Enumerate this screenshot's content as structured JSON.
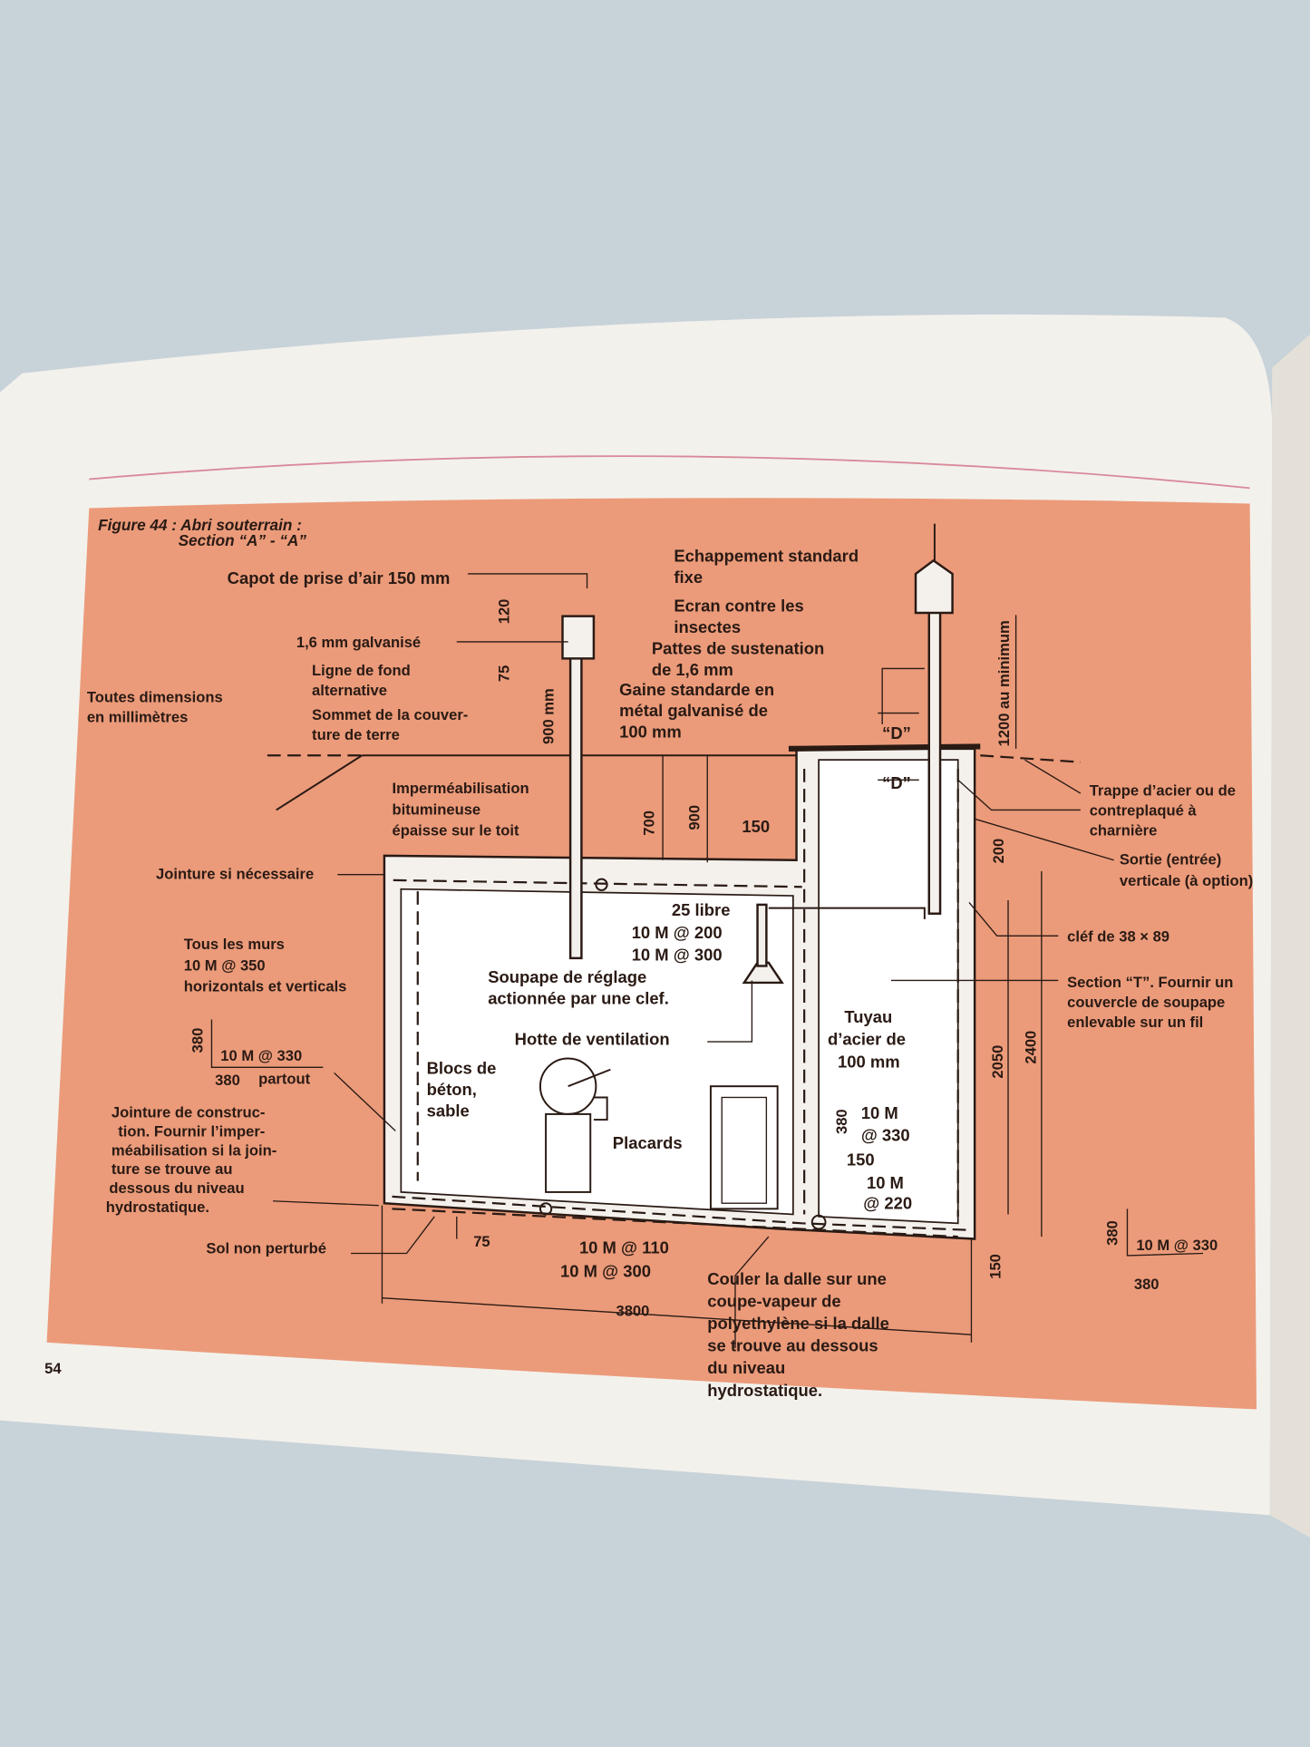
{
  "page_number": "54",
  "figure": {
    "title_line1": "Figure 44 : Abri souterrain :",
    "title_line2": "Section “A” - “A”"
  },
  "labels": {
    "all_dims_1": "Toutes dimensions",
    "all_dims_2": "en millimètres",
    "air_cap": "Capot de prise d’air 150 mm",
    "galvanised": "1,6 mm galvanisé",
    "alt_line_1": "Ligne de fond",
    "alt_line_2": "alternative",
    "earth_top_1": "Sommet de la couver-",
    "earth_top_2": "ture de terre",
    "exhaust_1": "Echappement standard",
    "exhaust_2": "fixe",
    "screen_1": "Ecran contre les",
    "screen_2": "insectes",
    "brackets_1": "Pattes de sustenation",
    "brackets_2": "de 1,6 mm",
    "duct_1": "Gaine standarde en",
    "duct_2": "métal galvanisé de",
    "duct_3": "100 mm",
    "min_height": "1200 au minimum",
    "waterproof_1": "Imperméabilisation",
    "waterproof_2": "bitumineuse",
    "waterproof_3": "épaisse sur le toit",
    "joint_if_needed": "Jointure si nécessaire",
    "hatch_1": "Trappe d’acier ou de",
    "hatch_2": "contreplaqué à",
    "hatch_3": "charnière",
    "exit_1": "Sortie (entrée)",
    "exit_2": "verticale (à option)",
    "key": "cléf de 38 × 89",
    "tsection_1": "Section “T”. Fournir un",
    "tsection_2": "couvercle de soupape",
    "tsection_3": "enlevable sur un fil",
    "walls_1": "Tous les murs",
    "walls_2": "10 M @ 350",
    "walls_3": "horizontals et verticals",
    "rebar_everywhere": "10 M @ 330",
    "rebar_everywhere_dim": "380",
    "rebar_everywhere_dim2": "380",
    "everywhere": "partout",
    "construction_joint_1": "Jointure de construc-",
    "construction_joint_2": "tion. Fournir l’imper-",
    "construction_joint_3": "méabilisation si la join-",
    "construction_joint_4": "ture se trouve au",
    "construction_joint_5": "dessous du niveau",
    "construction_joint_6": "hydrostatique.",
    "undisturbed": "Sol non perturbé",
    "valve_1": "Soupape de réglage",
    "valve_2": "actionnée par une clef.",
    "hood": "Hotte de ventilation",
    "blocks_1": "Blocs de",
    "blocks_2": "béton,",
    "blocks_3": "sable",
    "cupboards": "Placards",
    "pipe_1": "Tuyau",
    "pipe_2": "d’acier de",
    "pipe_3": "100 mm",
    "clear_25": "25 libre",
    "rebar_200": "10 M @ 200",
    "rebar_300_top": "10 M @ 300",
    "rebar_110": "10 M @ 110",
    "rebar_300_bottom": "10 M @ 300",
    "rebar_330_a": "10 M",
    "rebar_330_b": "@ 330",
    "rebar_330_dim": "380",
    "rebar_330_dim2": "150",
    "rebar_220_a": "10 M",
    "rebar_220_b": "@ 220",
    "right_rebar": "10 M @ 330",
    "right_rebar_dim": "380",
    "right_rebar_dim2": "380",
    "slab_1": "Couler la dalle sur une",
    "slab_2": "coupe-vapeur de",
    "slab_3": "polyethylène si la dalle",
    "slab_4": "se trouve au dessous",
    "slab_5": "du niveau",
    "slab_6": "hydrostatique.",
    "section_d": "“D”",
    "section_d2": "“D”"
  },
  "dimensions": {
    "d120": "120",
    "d75": "75",
    "d900mm": "900 mm",
    "d700": "700",
    "d900": "900",
    "d150": "150",
    "d200": "200",
    "d2050": "2050",
    "d2400": "2400",
    "d150b": "150",
    "d75b": "75",
    "d3800": "3800"
  },
  "colors": {
    "background": "#c8d2d9",
    "page": "#f3f1ec",
    "panel": "#eb9b7a",
    "rule": "#d88a9a",
    "ink": "#2a1a14"
  }
}
